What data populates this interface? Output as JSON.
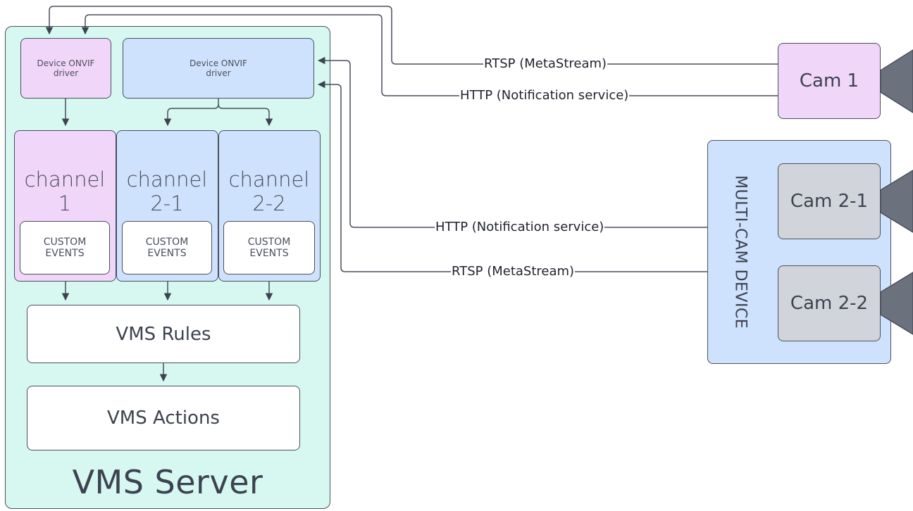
{
  "server": {
    "title": "VMS Server"
  },
  "drivers": [
    {
      "label": "Device ONVIF driver"
    },
    {
      "label": "Device ONVIF driver"
    }
  ],
  "channels": [
    {
      "name_line1": "channel",
      "name_line2": "1",
      "events": "CUSTOM EVENTS"
    },
    {
      "name_line1": "channel",
      "name_line2": "2-1",
      "events": "CUSTOM EVENTS"
    },
    {
      "name_line1": "channel",
      "name_line2": "2-2",
      "events": "CUSTOM EVENTS"
    }
  ],
  "rules": {
    "label": "VMS Rules"
  },
  "actions": {
    "label": "VMS Actions"
  },
  "cam1": {
    "label": "Cam 1"
  },
  "multicam": {
    "label": "MULTI-CAM DEVICE",
    "cams": [
      "Cam 2-1",
      "Cam 2-2"
    ]
  },
  "connections": {
    "cam1_rtsp": "RTSP (MetaStream)",
    "cam1_http": "HTTP (Notification service)",
    "multi_http": "HTTP (Notification service)",
    "multi_rtsp": "RTSP (MetaStream)"
  },
  "colors": {
    "server_bg": "#d6f8f1",
    "pink": "#f0d6f9",
    "blue": "#cfe2fd",
    "grey": "#d1d5db",
    "camera_body": "#6b717d",
    "line": "#4a4f5c"
  }
}
